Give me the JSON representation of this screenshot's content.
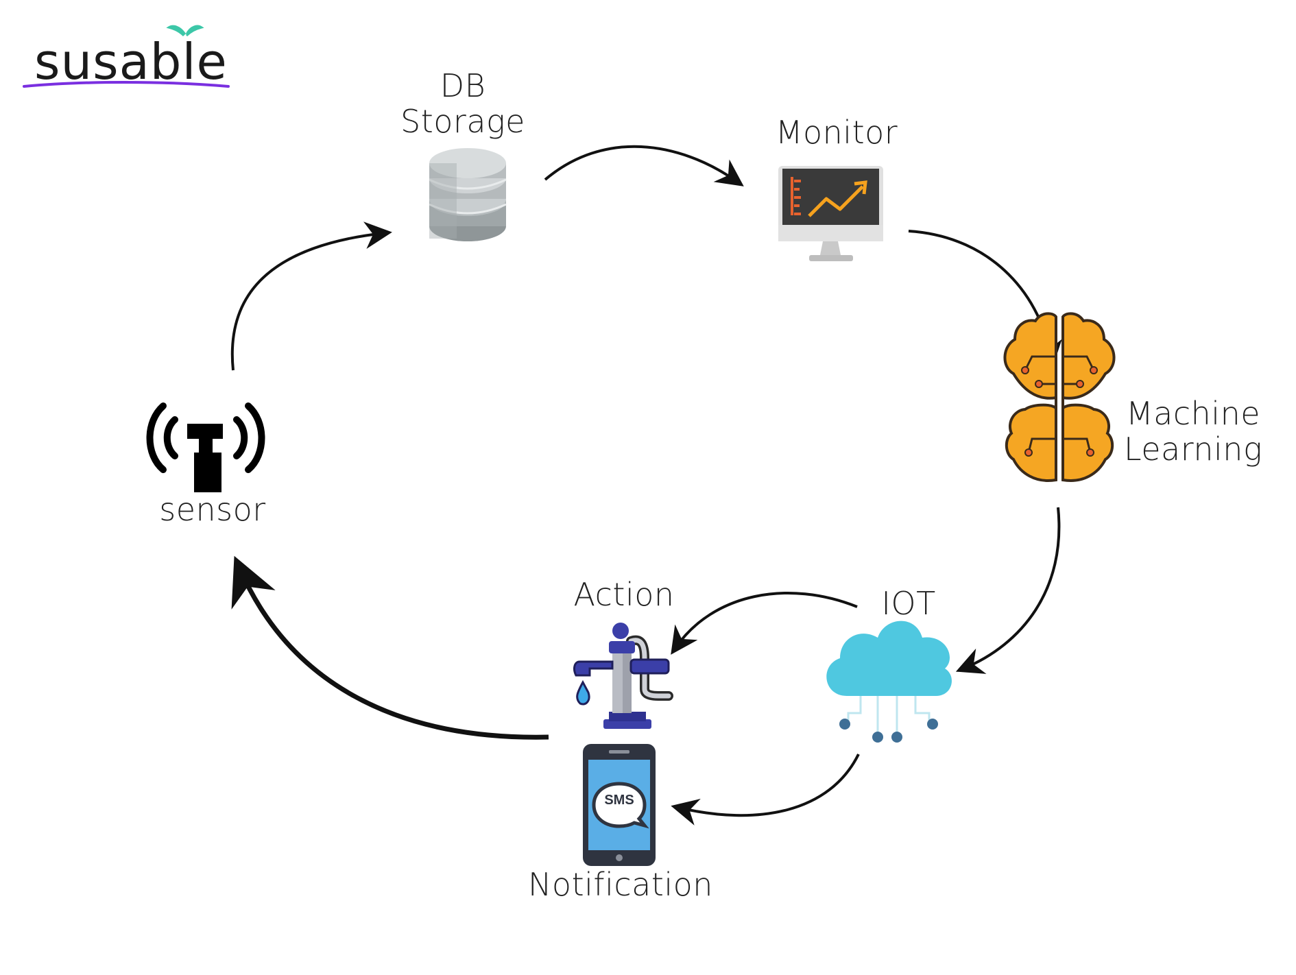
{
  "brand": {
    "name": "susable",
    "underline_color": "#7a2fe0",
    "leaf_color": "#3cc7a8"
  },
  "nodes": {
    "db_line1": "DB",
    "db_line2": "Storage",
    "monitor": "Monitor",
    "ml_line1": "Machine",
    "ml_line2": "Learning",
    "iot": "IOT",
    "action": "Action",
    "notification": "Notification",
    "sensor": "sensor",
    "sms": "SMS"
  },
  "icons": {
    "db": "database-icon",
    "monitor": "monitor-chart-icon",
    "ml": "brain-circuit-icon",
    "iot": "cloud-network-icon",
    "action": "water-pump-tap-icon",
    "notification": "phone-sms-icon",
    "sensor": "antenna-sensor-icon"
  },
  "colors": {
    "arrow": "#111111",
    "brain": "#f5a623",
    "cloud": "#4fc8e0",
    "phone_screen": "#5aaee6",
    "pump": "#3b3fa8",
    "monitor_screen": "#3a3a3a",
    "chart_line": "#f6a21e"
  }
}
